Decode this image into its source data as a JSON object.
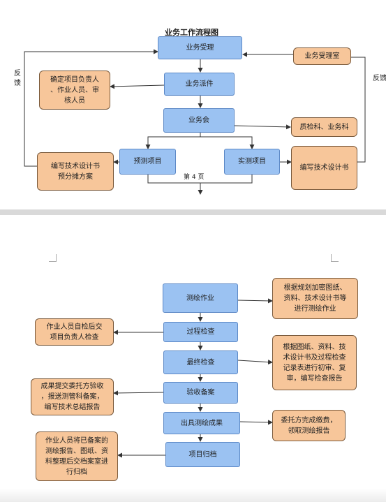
{
  "title": "业务工作流程图",
  "page_number": "第 4 页",
  "feedback_left": "反馈",
  "feedback_right": "反馈",
  "top_nodes": {
    "acceptance": "业务受理",
    "dispatch": "业务派件",
    "meeting": "业务会",
    "forecast": "预测项目",
    "actual": "实测项目",
    "confirm": "确定项目负责人\n、作业人员、审\n核人员",
    "reception": "业务受理室",
    "quality": "质检科、业务科",
    "write_left": "编写技术设计书\n预分摊方案",
    "write_right": "编写技术设计书"
  },
  "bottom_nodes": {
    "survey_work": "测绘作业",
    "process_check": "过程检查",
    "final_check": "最终检查",
    "acceptance_record": "验收备案",
    "issue_results": "出具测绘成果",
    "archive": "项目归档",
    "survey_basis": "根据规划加密图纸、\n资料、技术设计书等\n进行测绘作业",
    "self_check": "作业人员自检后交\n项目负责人检查",
    "final_basis": "根据图纸、资料、技\n术设计书及过程检查\n记录表进行初审、复\n审，编写检查报告",
    "submit_report": "成果提交委托方验收\n，报送测管科备案，\n编写技术总结报告",
    "payment": "委托方完成缴费，\n领取测绘报告",
    "archive_note": "作业人员将已备案的\n测绘报告、图纸、资\n料整理后交档案室进\n行归档"
  }
}
